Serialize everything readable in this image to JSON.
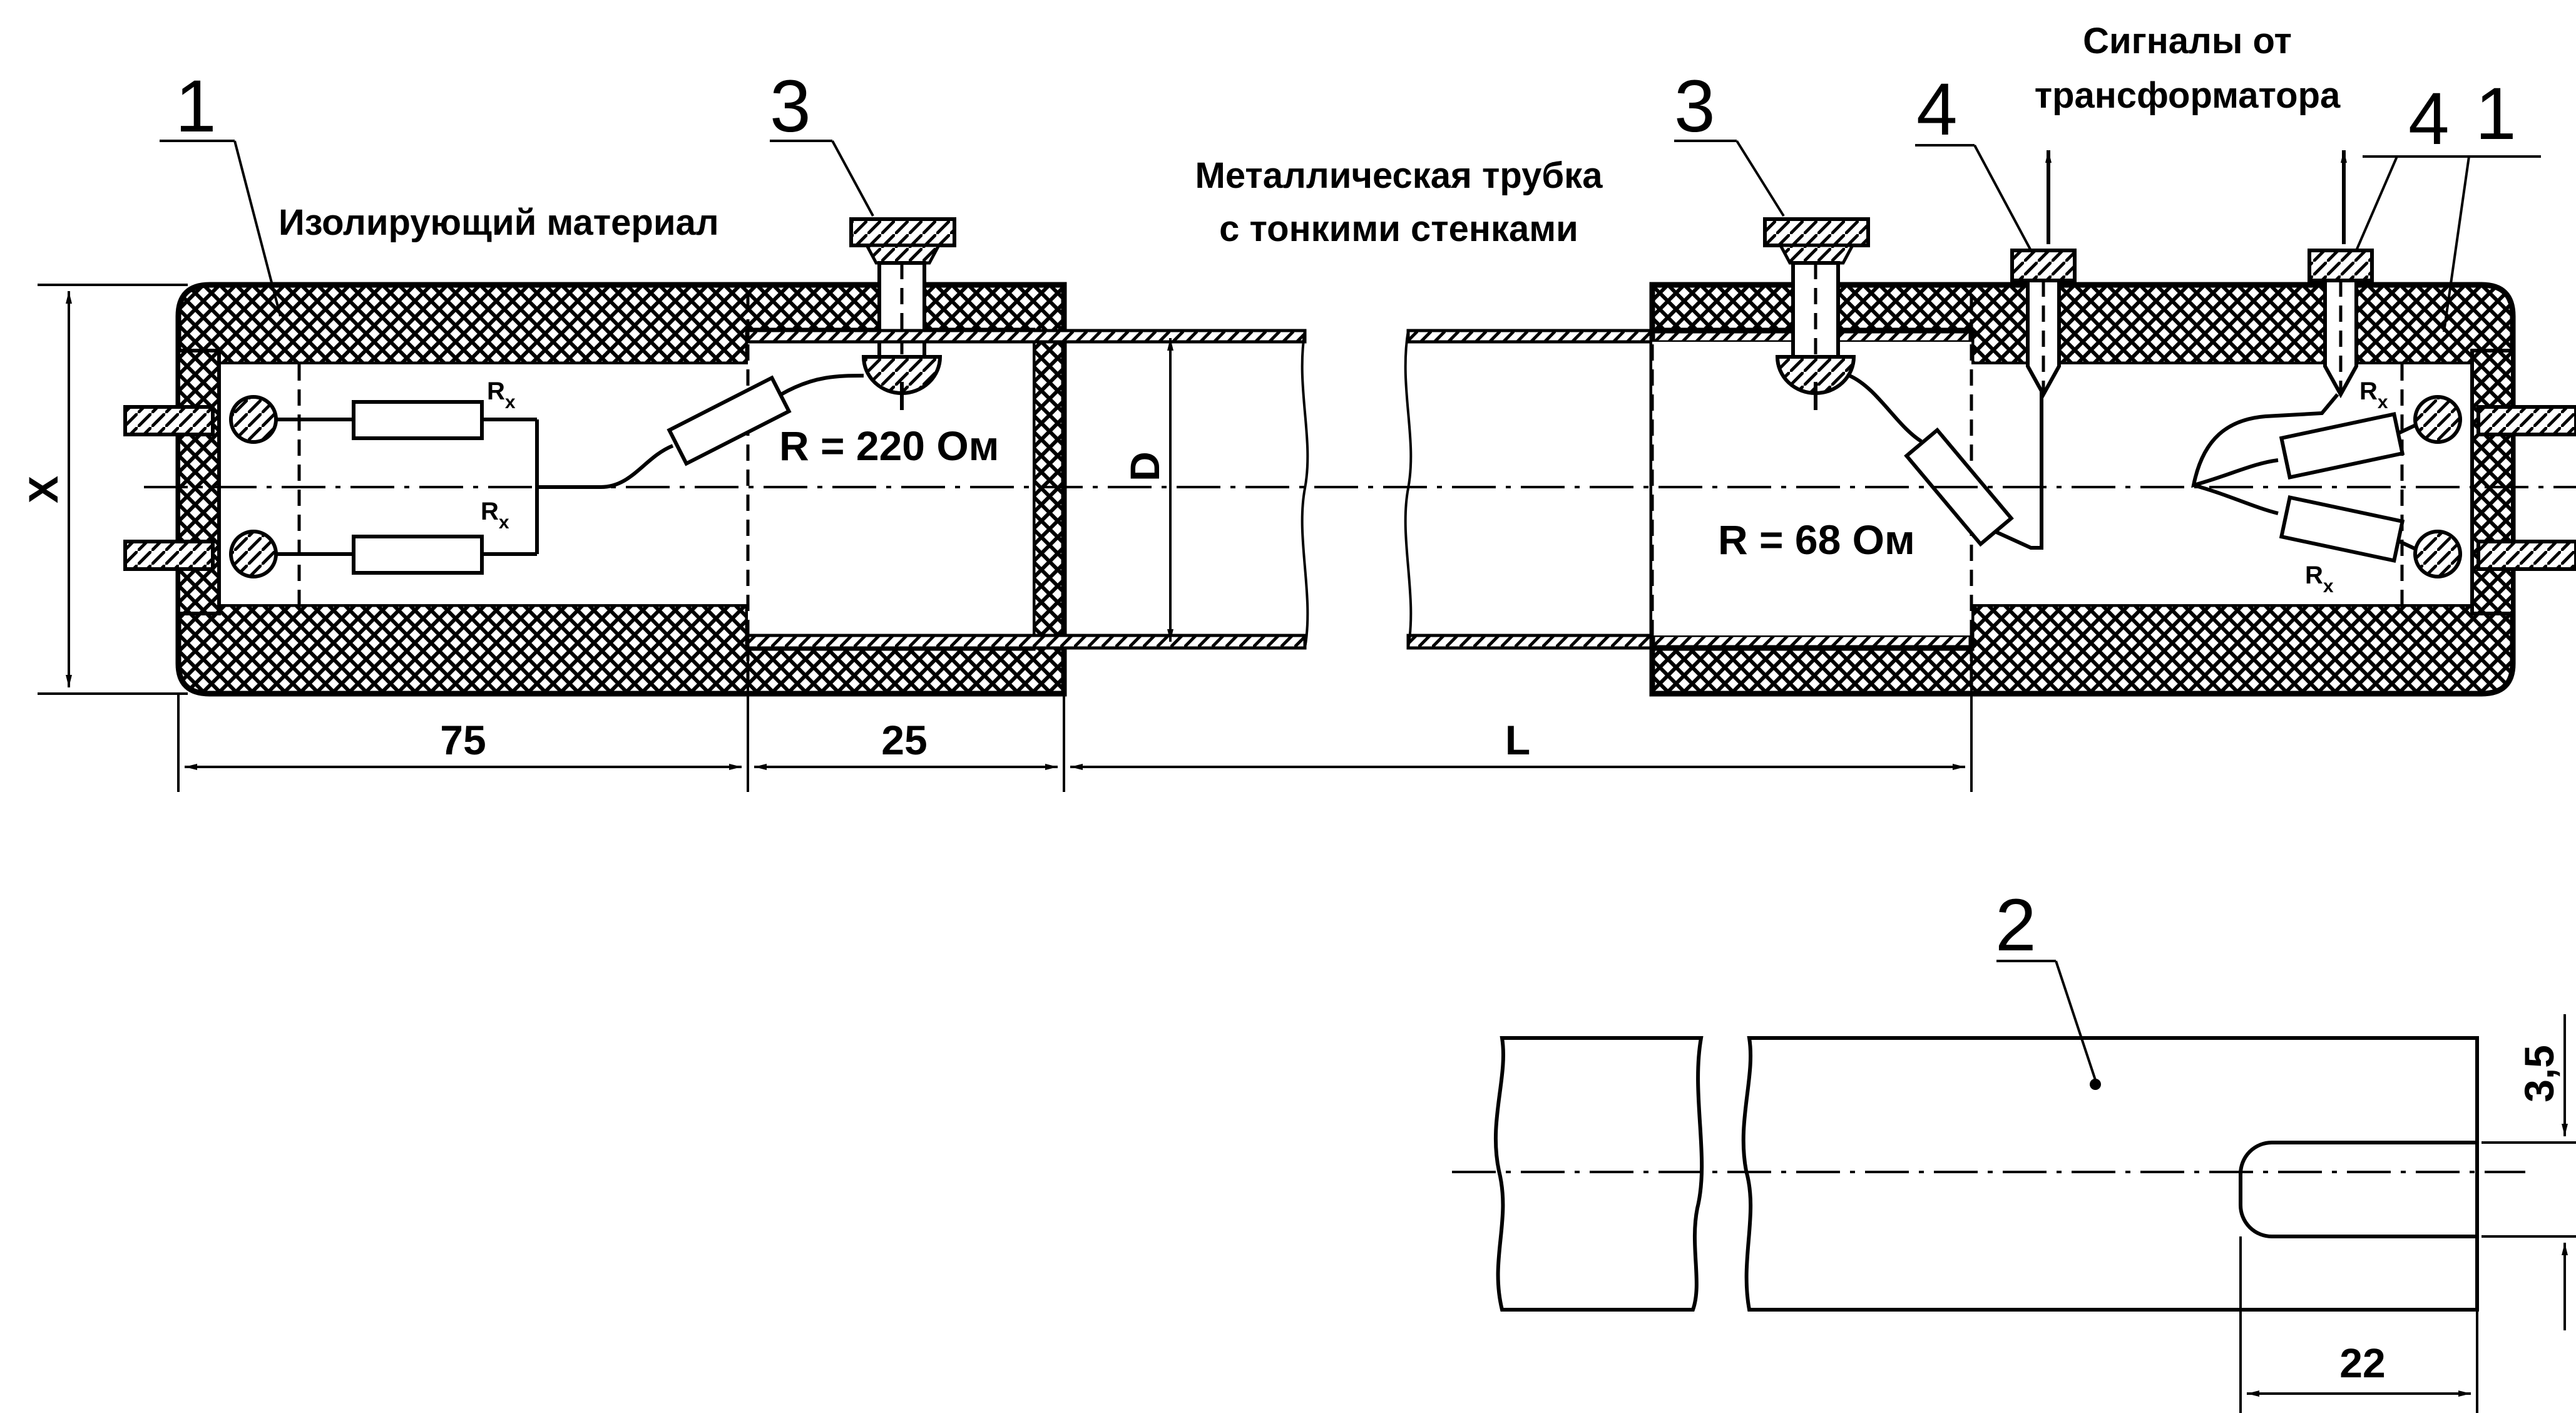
{
  "labels": {
    "insulating_material": "Изолирующий материал",
    "metal_tube_line1": "Металлическая трубка",
    "metal_tube_line2": "с тонкими стенками",
    "signals_line1": "Сигналы от",
    "signals_line2": "трансформатора",
    "r_220": "R = 220 Ом",
    "r_68": "R = 68 Ом",
    "rx_main": "R",
    "rx_sub": "x"
  },
  "callouts": {
    "part_1": "1",
    "part_2": "2",
    "part_3": "3",
    "part_4": "4"
  },
  "dimensions": {
    "x": "X",
    "d": "D",
    "l": "L",
    "d75": "75",
    "d25": "25",
    "d22": "22",
    "d3_5": "3,5"
  }
}
